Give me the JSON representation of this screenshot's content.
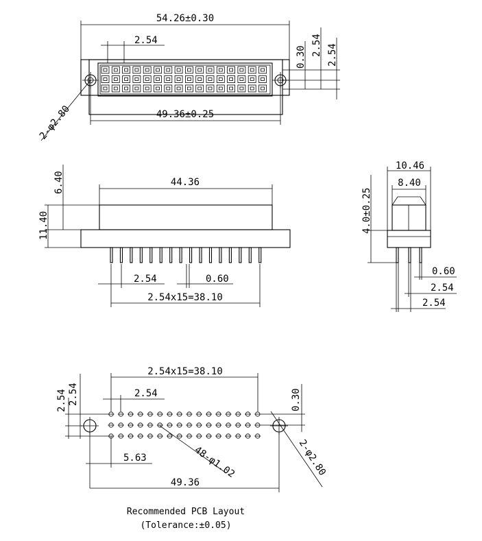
{
  "top_view": {
    "overall_width": "54.26±0.30",
    "pitch": "2.54",
    "offset": "0.30",
    "row_pitch_a": "2.54",
    "row_pitch_b": "2.54",
    "mount_holes": "2-φ2.80",
    "hole_span": "49.36±0.25"
  },
  "side_view": {
    "body_height": "6.40",
    "total_height": "11.40",
    "body_width": "44.36",
    "pitch": "2.54",
    "pin_width": "0.60",
    "pin_span": "2.54x15=38.10"
  },
  "end_view": {
    "width_outer": "10.46",
    "width_inner": "8.40",
    "height": "4.0±0.25",
    "pin_width": "0.60",
    "pitch_a": "2.54",
    "pitch_b": "2.54"
  },
  "pcb_layout": {
    "pin_span": "2.54x15=38.10",
    "row_pitch_a": "2.54",
    "row_pitch_b": "2.54",
    "pitch": "2.54",
    "offset": "0.30",
    "pin_holes": "48-φ1.02",
    "mount_holes": "2-φ2.80",
    "edge_offset": "5.63",
    "hole_span": "49.36",
    "caption_title": "Recommended PCB Layout",
    "caption_tolerance": "(Tolerance:±0.05)"
  }
}
